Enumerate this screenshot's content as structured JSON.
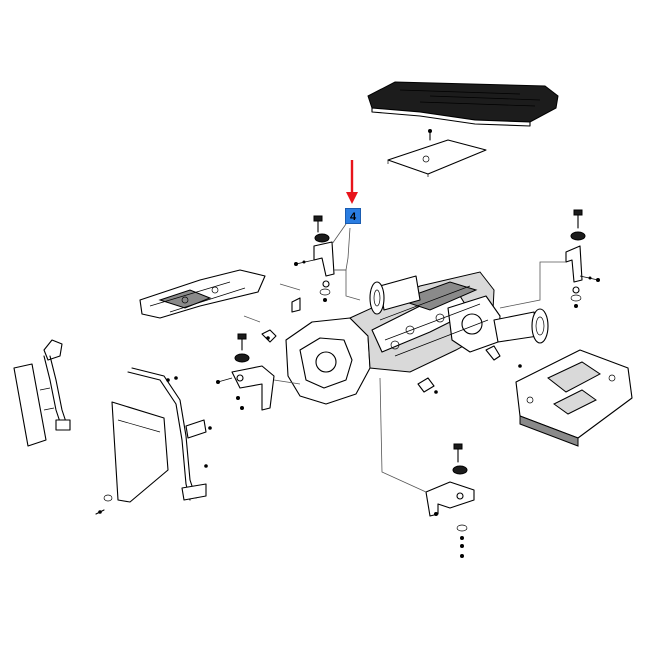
{
  "callout": {
    "label": "4",
    "color": "#2a7de1",
    "arrow_color": "#e8141b"
  },
  "parts": [
    "gearbox-housing",
    "top-cover-plate",
    "mounting-bracket-front-left",
    "mounting-bracket-rear-right",
    "mounting-bracket-bottom",
    "left-floor-plate",
    "right-floor-plate",
    "side-panel",
    "support-rod"
  ]
}
